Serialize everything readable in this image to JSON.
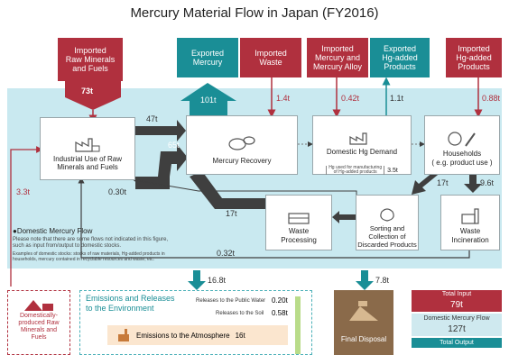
{
  "title": "Mercury Material Flow in Japan (FY2016)",
  "top_boxes": {
    "imported_raw": "Imported\nRaw Minerals\nand Fuels",
    "imported_raw_value": "73t",
    "exported_mercury": "Exported\nMercury",
    "imported_waste": "Imported\nWaste",
    "imported_mercury_alloy": "Imported\nMercury and\nMercury Alloy",
    "exported_hg_products": "Exported\nHg-added\nProducts",
    "imported_hg_products": "Imported\nHg-added\nProducts"
  },
  "nodes": {
    "industrial_use": "Industrial Use of Raw\nMinerals and Fuels",
    "mercury_recovery": "Mercury Recovery",
    "domestic_demand": "Domestic Hg Demand",
    "domestic_demand_note": "Hg used for manufacturing\nof Hg-added products",
    "domestic_demand_value": "3.5t",
    "households": "Households\n( e.g. product use )",
    "sorting": "Sorting and\nCollection of\nDiscarded Products",
    "waste_processing": "Waste\nProcessing",
    "waste_incineration": "Waste\nIncineration"
  },
  "flows": {
    "f101": "101t",
    "f1_4": "1.4t",
    "f0_42": "0.42t",
    "f1_1": "1.1t",
    "f0_88": "0.88t",
    "f47": "47t",
    "f65": "65t",
    "f17a": "17t",
    "f9_6": "9.6t",
    "f17b": "17t",
    "f0_30": "0.30t",
    "f3_3": "3.3t",
    "f0_32": "0.32t",
    "f16_8": "16.8t",
    "f7_8": "7.8t"
  },
  "legend": {
    "title": "●Domestic Mercury Flow",
    "note1": "Please note that there are some flows not indicated in this figure, such as input from/output to domestic stocks.",
    "note2": "Examples of domestic stocks: stocks of raw materials, Hg-added products in households, mercury contained in recyclable resources and waste, etc."
  },
  "bottom": {
    "domestic_raw": "Domestically-\nproduced Raw\nMinerals and\nFuels",
    "emissions_title": "Emissions and Releases\nto the Environment",
    "public_water_label": "Releases to the Public Water",
    "public_water_value": "0.20t",
    "soil_label": "Releases to the Soil",
    "soil_value": "0.58t",
    "atmosphere_label": "Emissions to the Atmosphere",
    "atmosphere_value": "16t",
    "final_disposal": "Final Disposal",
    "total_input_label": "Total Input",
    "total_input_value": "79t",
    "domestic_flow_label": "Domestic Mercury Flow",
    "domestic_flow_value": "127t",
    "total_output_label": "Total Output"
  },
  "colors": {
    "red": "#b0303e",
    "teal": "#1a8e96",
    "band": "#c9e9f0",
    "dark_arrow": "#3f3f3f"
  }
}
